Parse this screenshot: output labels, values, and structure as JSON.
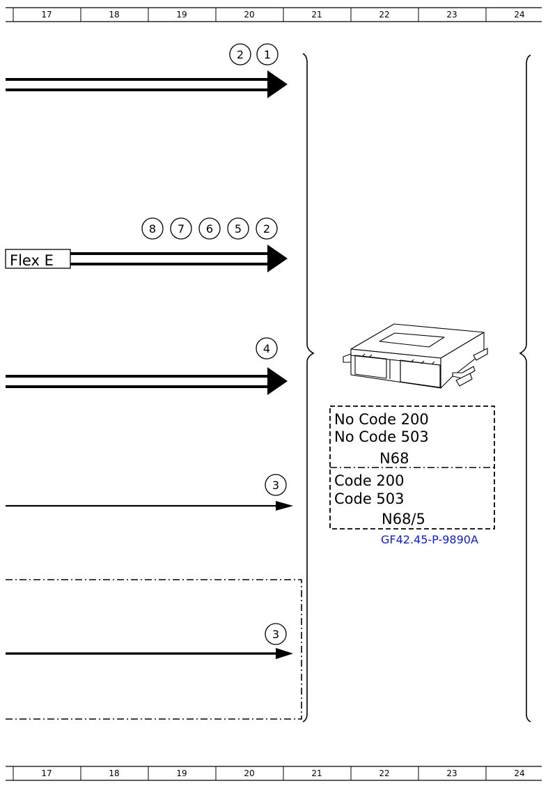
{
  "grid": {
    "top_labels": [
      "17",
      "18",
      "19",
      "20",
      "21",
      "22",
      "23",
      "24"
    ],
    "bottom_labels": [
      "17",
      "18",
      "19",
      "20",
      "21",
      "22",
      "23",
      "24"
    ]
  },
  "arrows": [
    {
      "kind": "double-heavy",
      "markers": [
        "2",
        "1"
      ]
    },
    {
      "kind": "double-heavy",
      "markers": [
        "8",
        "7",
        "6",
        "5",
        "2"
      ],
      "tag": "Flex E"
    },
    {
      "kind": "double-heavy",
      "markers": [
        "4"
      ]
    },
    {
      "kind": "single-thin",
      "markers": [
        "3"
      ]
    },
    {
      "kind": "single-thick",
      "markers": [
        "3"
      ]
    }
  ],
  "component": {
    "block_a": {
      "line1": "No Code 200",
      "line2": "No Code 503",
      "id": "N68"
    },
    "block_b": {
      "line1": "Code 200",
      "line2": "Code 503",
      "id": "N68/5"
    },
    "reference": "GF42.45-P-9890A",
    "image_icon": "control-unit-module-icon"
  }
}
